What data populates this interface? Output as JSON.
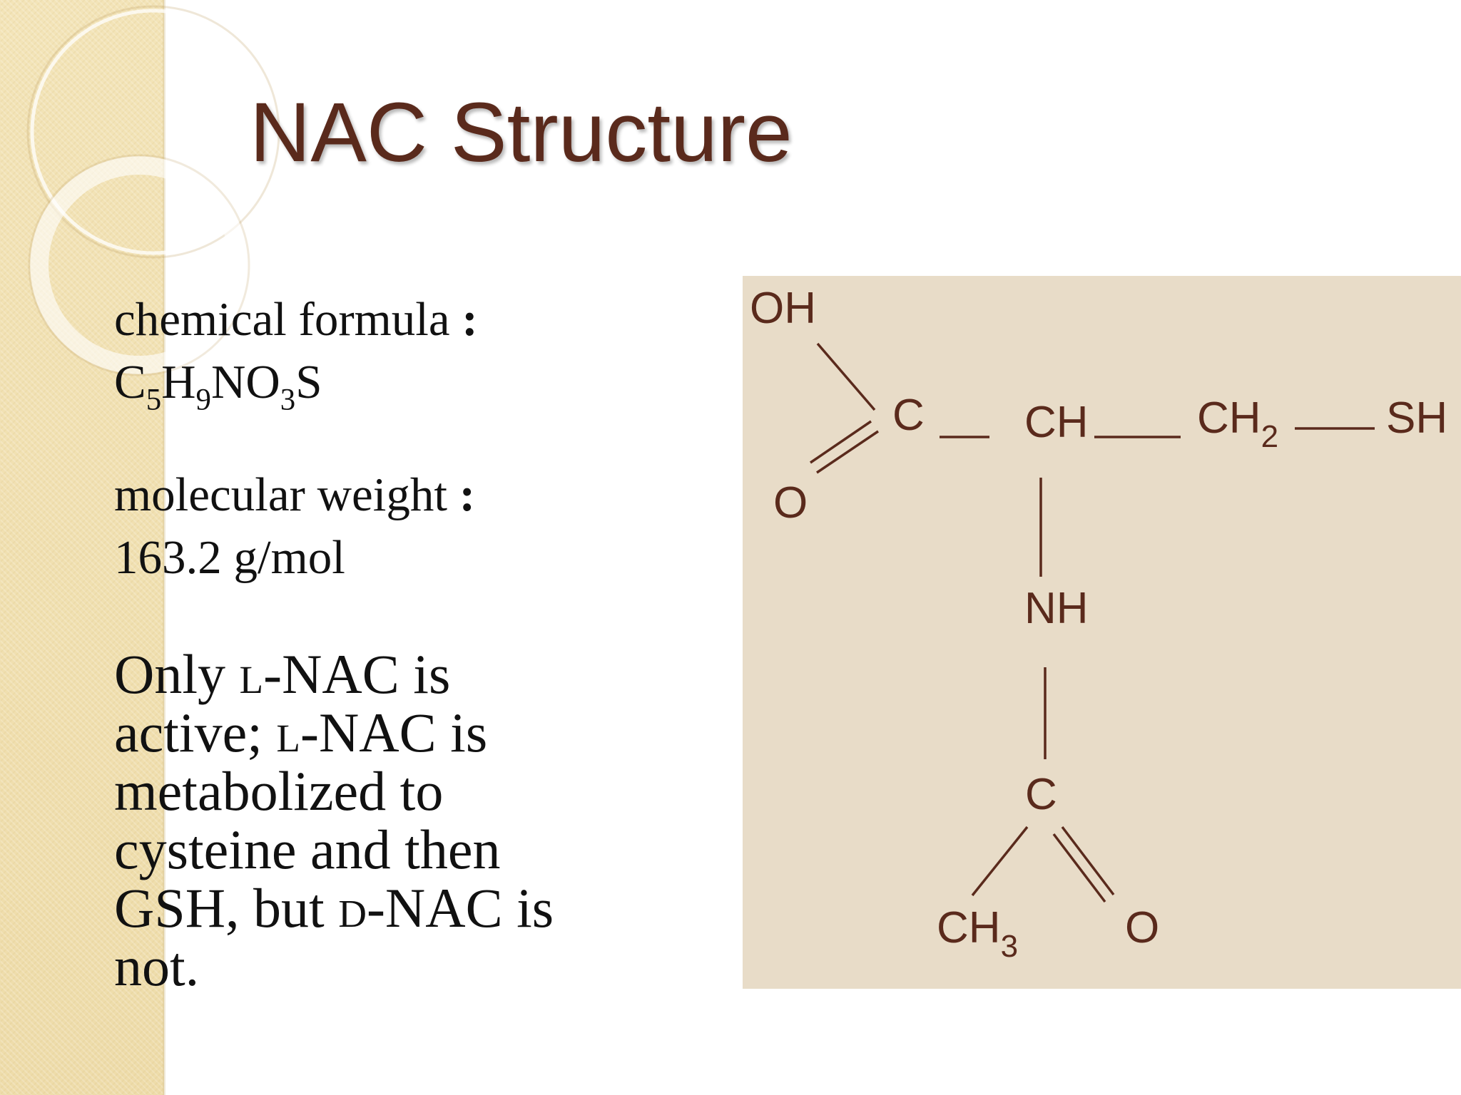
{
  "slide": {
    "title": "NAC Structure",
    "formula_label": "chemical formula",
    "formula_separator": ":",
    "formula": {
      "C": "C",
      "C_count": "5",
      "H": "H",
      "H_count": "9",
      "NO": "NO",
      "O_count": "3",
      "S": "S"
    },
    "weight_label": "molecular weight",
    "weight_separator": ":",
    "weight_value": "163.2 g/mol",
    "note": {
      "part1": "Only ",
      "l1": "l",
      "part2": "-NAC is active; ",
      "l2": "l",
      "part3": "-NAC is metabolized to cysteine and then GSH, but ",
      "d": "d",
      "part4": "-NAC is not."
    }
  },
  "structure": {
    "atoms": {
      "oh": "OH",
      "carboxyl_c": "C",
      "carbonyl_o": "O",
      "ch": "CH",
      "ch2": "CH",
      "ch2_sub": "2",
      "sh": "SH",
      "nh": "NH",
      "acetyl_c": "C",
      "ch3": "CH",
      "ch3_sub": "3",
      "acetyl_o": "O"
    }
  },
  "colors": {
    "title": "#5a2a1c",
    "panel_background": "#e8dcc8",
    "side_band": "#f1e0b0"
  }
}
